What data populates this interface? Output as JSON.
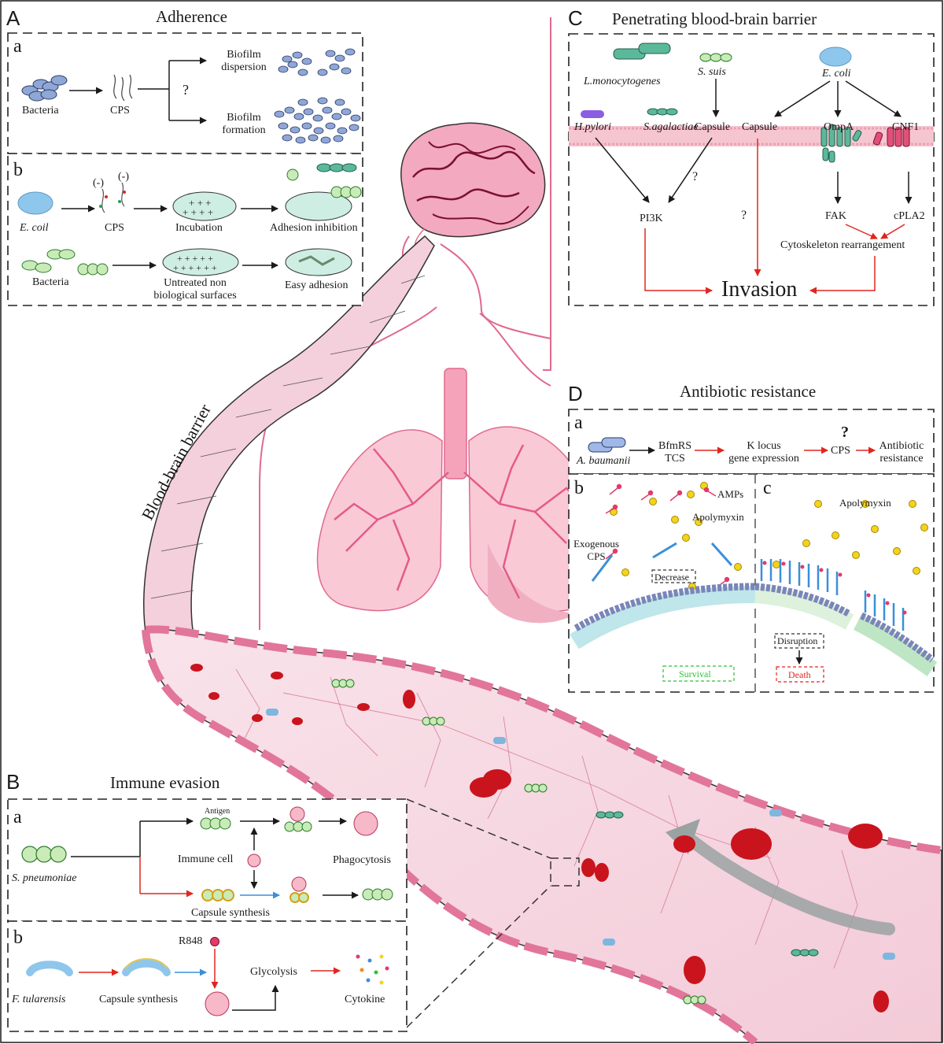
{
  "panels": {
    "A": {
      "letter": "A",
      "title": "Adherence",
      "a": {
        "letter": "a",
        "bacteria": "Bacteria",
        "cps": "CPS",
        "question": "?",
        "dispersion": [
          "Biofilm",
          "dispersion"
        ],
        "formation": [
          "Biofilm",
          "formation"
        ]
      },
      "b": {
        "letter": "b",
        "neg1": "(-)",
        "neg2": "(-)",
        "ecoil": "E. coil",
        "cps": "CPS",
        "incubation": "Incubation",
        "inhibition": "Adhesion inhibition",
        "bacteria": "Bacteria",
        "untreated": [
          "Untreated non",
          "biological surfaces"
        ],
        "easy": "Easy adhesion"
      }
    },
    "bbb_label": "Blood-brain barrier",
    "B": {
      "letter": "B",
      "title": "Immune evasion",
      "a": {
        "letter": "a",
        "antigen": "Antigen",
        "immune_cell": "Immune cell",
        "phagocytosis": "Phagocytosis",
        "spneumoniae": "S. pneumoniae",
        "capsule_synthesis": "Capsule synthesis"
      },
      "b": {
        "letter": "b",
        "r848": "R848",
        "glycolysis": "Glycolysis",
        "ftularensis": "F. tularensis",
        "capsule_synthesis": "Capsule synthesis",
        "cytokine": "Cytokine"
      }
    },
    "C": {
      "letter": "C",
      "title": "Penetrating blood-brain barrier",
      "lmono": "L.monocytogenes",
      "ssuis": "S. suis",
      "ecoli": "E. coli",
      "hpylori": "H.pylori",
      "sagal": "S.agalactiae",
      "capsule1": "Capsule",
      "capsule2": "Capsule",
      "ompa": "OmpA",
      "cnf1": "CNF1",
      "q1": "?",
      "q2": "?",
      "pi3k": "PI3K",
      "fak": "FAK",
      "cpla2": "cPLA2",
      "cytoskeleton": "Cytoskeleton rearrangement",
      "invasion": "Invasion"
    },
    "D": {
      "letter": "D",
      "title": "Antibiotic resistance",
      "a": {
        "letter": "a",
        "abaumanii": "A. baumanii",
        "bfmrs": [
          "BfmRS",
          "TCS"
        ],
        "klocus": [
          "K locus",
          "gene expression"
        ],
        "cps": "CPS",
        "question": "?",
        "resistance": [
          "Antibiotic",
          "resistance"
        ]
      },
      "b": {
        "letter": "b",
        "amps": "AMPs",
        "apolymyxin": "Apolymyxin",
        "exogenous": [
          "Exogenous",
          "CPS"
        ],
        "decrease": "Decrease",
        "survival": "Survival"
      },
      "c": {
        "letter": "c",
        "apolymyxin": "Apolymyxin",
        "disruption": "Disruption",
        "death": "Death"
      }
    }
  },
  "colors": {
    "vessel": "#f6d6e0",
    "endothelial": "#e2759a",
    "rbc": "#c9141d",
    "bacteria_green": "#c9ebb8",
    "bacteria_teal": "#5cb89a",
    "ecoli_blue": "#7db7de",
    "arrow_red": "#e0261f",
    "arrow_blue": "#3b8fd9",
    "anatomy": "#e06a8d",
    "survival_green": "#2fbf3a",
    "death_red": "#e0261f"
  }
}
